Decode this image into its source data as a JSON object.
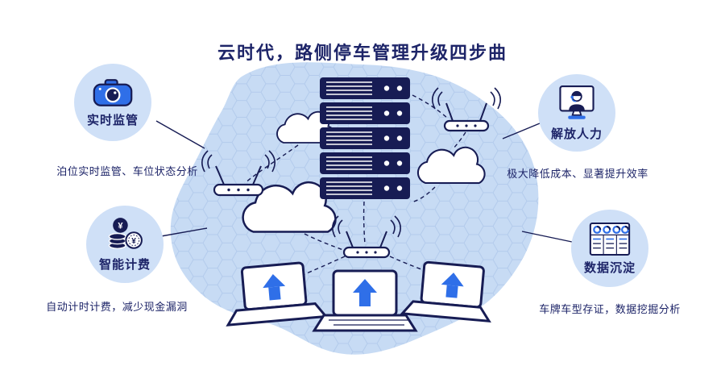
{
  "title": "云时代，路侧停车管理升级四步曲",
  "features": [
    {
      "id": "realtime-monitoring",
      "icon": "camera-icon",
      "label": "实时监管",
      "description": "泊位实时监管、车位状态分析"
    },
    {
      "id": "free-manpower",
      "icon": "operator-monitor-icon",
      "label": "解放人力",
      "description": "极大降低成本、显著提升效率"
    },
    {
      "id": "smart-billing",
      "icon": "coins-icon",
      "label": "智能计费",
      "description": "自动计时计费，减少现金漏洞"
    },
    {
      "id": "data-accumulation",
      "icon": "dashboard-icon",
      "label": "数据沉淀",
      "description": "车牌车型存证，数据挖掘分析"
    }
  ],
  "colors": {
    "navy": "#171c54",
    "title_navy": "#1d2468",
    "accent_blue": "#2f6fe8",
    "blob_fill": "#c7dbf4",
    "hex_stroke": "#b3cbec",
    "feature_circle_fill": "#cfe0f7",
    "background": "#ffffff"
  }
}
